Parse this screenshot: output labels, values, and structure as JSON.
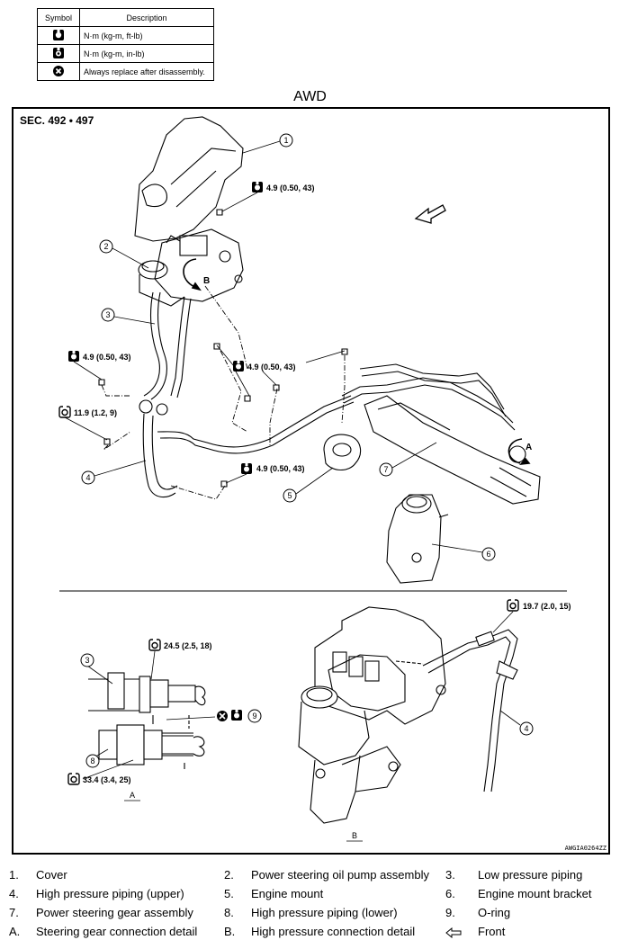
{
  "symbol_table": {
    "header_symbol": "Symbol",
    "header_description": "Description",
    "rows": [
      {
        "icon": "torque-wrench-icon",
        "description": "N·m (kg-m, ft-lb)"
      },
      {
        "icon": "torque-wrench-small-icon",
        "description": "N·m (kg-m, in-lb)"
      },
      {
        "icon": "replace-part-icon",
        "description": "Always replace after disassembly."
      }
    ]
  },
  "title": "AWD",
  "section": "SEC. 492 • 497",
  "torques": {
    "t1": "4.9 (0.50, 43)",
    "t2": "4.9 (0.50, 43)",
    "t3": "4.9 (0.50, 43)",
    "t4": "11.9 (1.2, 9)",
    "t5": "4.9 (0.50, 43)",
    "t6": "19.7 (2.0, 15)",
    "t7": "24.5 (2.5, 18)",
    "t8": "33.4 (3.4, 25)"
  },
  "callouts": [
    "1",
    "2",
    "3",
    "4",
    "5",
    "6",
    "7",
    "3",
    "9",
    "8",
    "4"
  ],
  "letters": {
    "a_detail": "A",
    "b_detail": "B",
    "a_main": "A",
    "b_main": "B"
  },
  "code": "AWGIA0264ZZ",
  "legend": [
    {
      "n": "1.",
      "t": "Cover"
    },
    {
      "n": "2.",
      "t": "Power steering oil pump assembly"
    },
    {
      "n": "3.",
      "t": "Low pressure piping"
    },
    {
      "n": "4.",
      "t": "High pressure piping (upper)"
    },
    {
      "n": "5.",
      "t": "Engine mount"
    },
    {
      "n": "6.",
      "t": "Engine mount bracket"
    },
    {
      "n": "7.",
      "t": "Power steering gear assembly"
    },
    {
      "n": "8.",
      "t": "High pressure piping (lower)"
    },
    {
      "n": "9.",
      "t": "O-ring"
    },
    {
      "n": "A.",
      "t": "Steering gear connection detail"
    },
    {
      "n": "B.",
      "t": "High pressure connection detail"
    },
    {
      "n": "front-arrow-icon",
      "t": "Front"
    }
  ]
}
